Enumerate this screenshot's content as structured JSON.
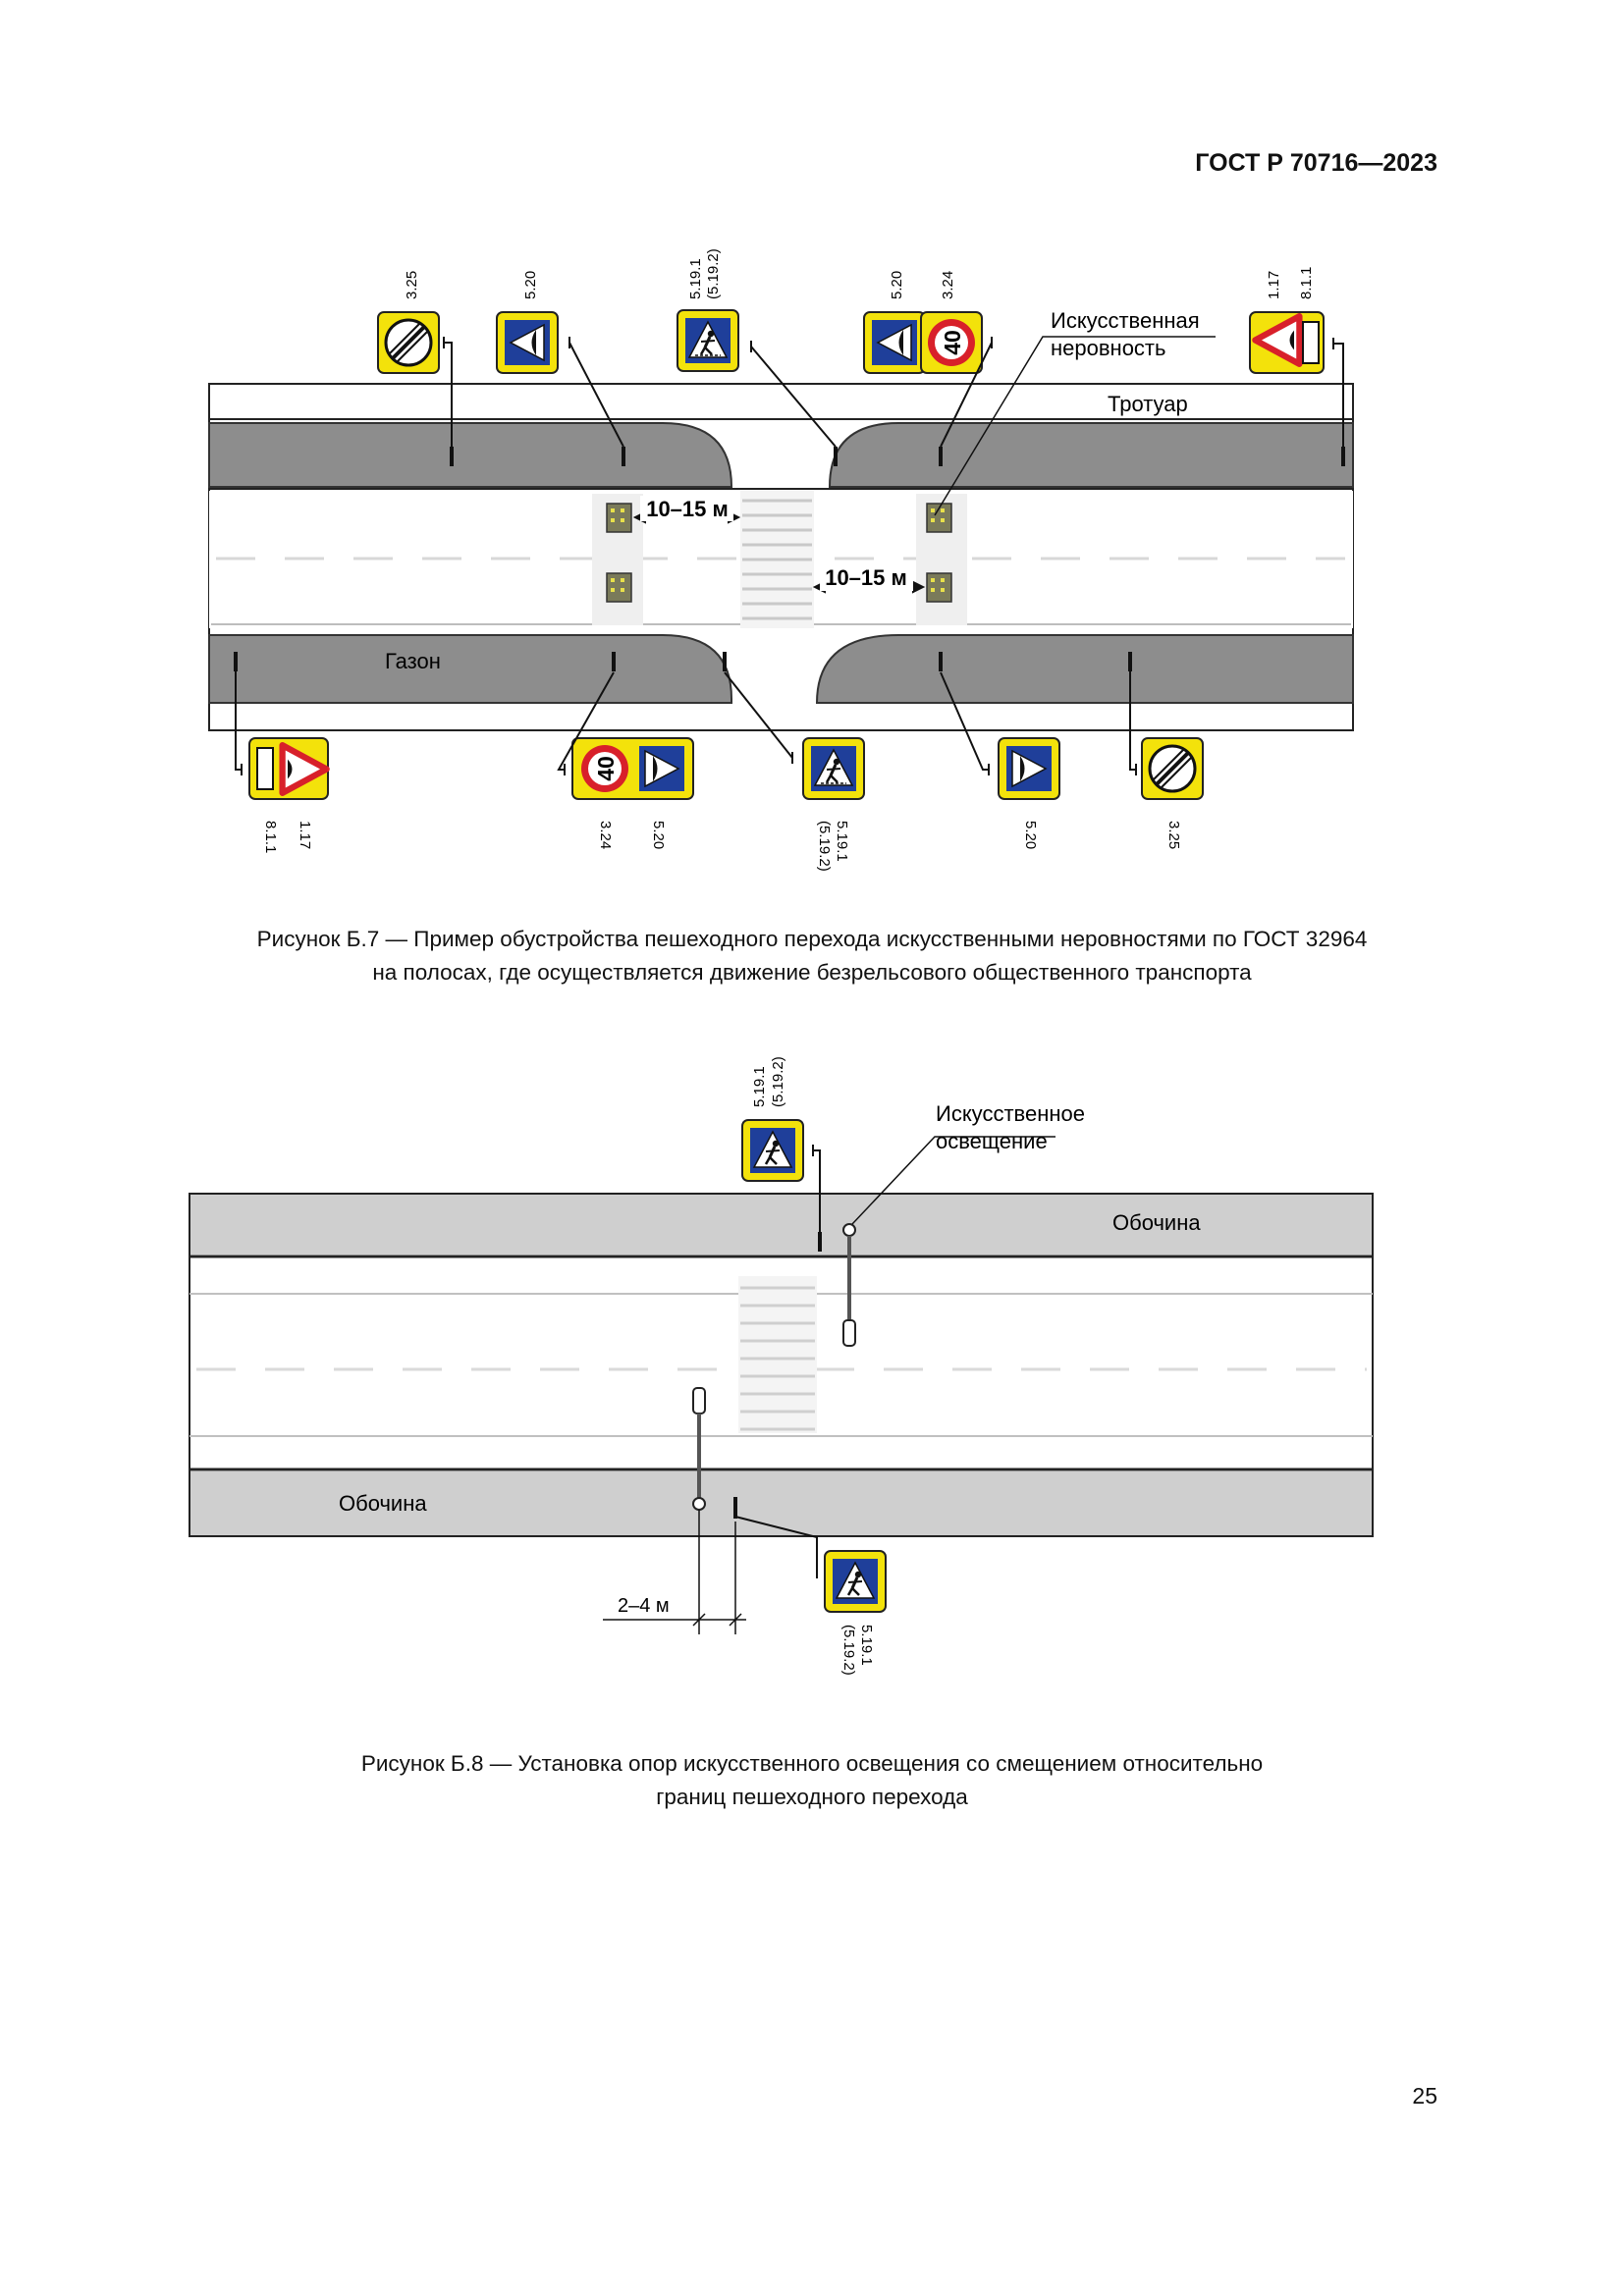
{
  "header": {
    "doc_id": "ГОСТ Р 70716—2023"
  },
  "figure7": {
    "caption_line1": "Рисунок Б.7 — Пример обустройства пешеходного перехода искусственными неровностями по ГОСТ 32964",
    "caption_line2": "на полосах, где осуществляется движение безрельсового общественного транспорта",
    "labels": {
      "sidewalk": "Тротуар",
      "lawn": "Газон",
      "bump_line1": "Искусственная",
      "bump_line2": "неровность",
      "dist_top": "10–15 м",
      "dist_bottom": "10–15 м"
    },
    "sign_codes_top": {
      "s325": "3.25",
      "s520a": "5.20",
      "s5191": "5.19.1",
      "s5192": "(5.19.2)",
      "s520b": "5.20",
      "s324": "3.24",
      "s117": "1.17",
      "s811": "8.1.1"
    },
    "sign_codes_bottom": {
      "s117": "1.17",
      "s811": "8.1.1",
      "s324": "3.24",
      "s520a": "5.20",
      "s5191": "5.19.1",
      "s5192": "(5.19.2)",
      "s520b": "5.20",
      "s325": "3.25"
    },
    "speed_value": "40"
  },
  "figure8": {
    "caption_line1": "Рисунок Б.8 — Установка опор искусственного освещения со смещением относительно",
    "caption_line2": "границ пешеходного перехода",
    "labels": {
      "shoulder_top": "Обочина",
      "shoulder_bottom": "Обочина",
      "light_line1": "Искусственное",
      "light_line2": "освещение",
      "offset": "2–4 м"
    },
    "sign_codes": {
      "top_5191": "5.19.1",
      "top_5192": "(5.19.2)",
      "bottom_5191": "5.19.1",
      "bottom_5192": "(5.19.2)"
    }
  },
  "footer": {
    "page_number": "25"
  },
  "colors": {
    "sign_yellow": "#f3e20b",
    "sign_blue": "#1f3f9a",
    "sign_red": "#d8202a",
    "strip_gray": "#8d8d8d",
    "shoulder_gray": "#cfcfcf"
  }
}
